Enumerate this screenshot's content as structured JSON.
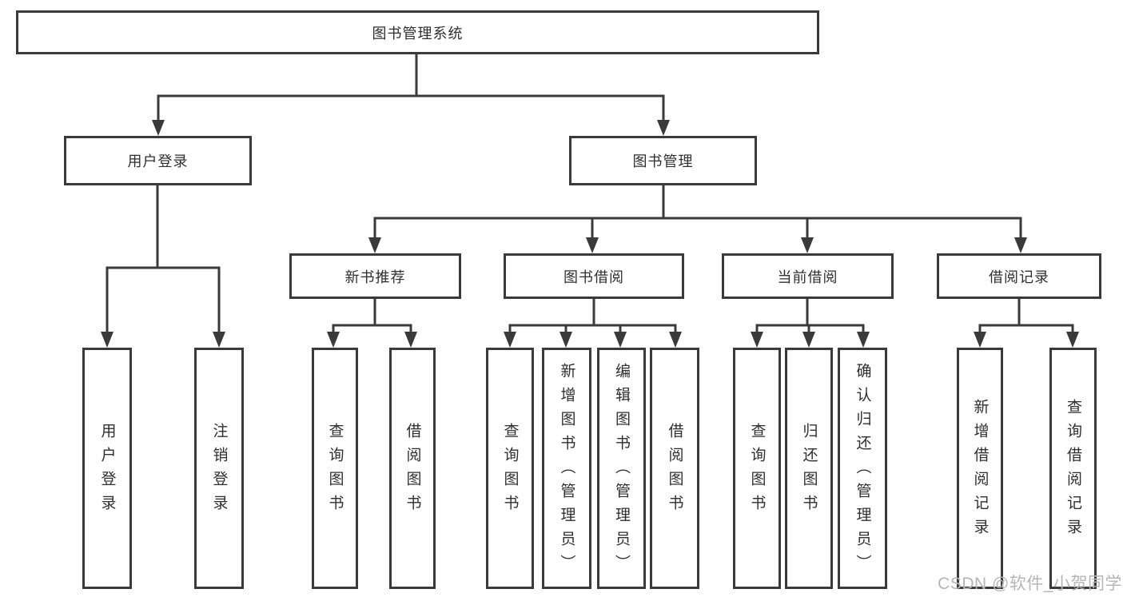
{
  "tree": {
    "root": {
      "label": "图书管理系统"
    },
    "level2": [
      {
        "label": "用户登录",
        "children": [
          "用户登录",
          "注销登录"
        ]
      },
      {
        "label": "图书管理"
      }
    ],
    "level3": [
      {
        "label": "新书推荐",
        "children": [
          "查询图书",
          "借阅图书"
        ]
      },
      {
        "label": "图书借阅",
        "children": [
          "查询图书",
          "新增图书（管理员）",
          "编辑图书（管理员）",
          "借阅图书"
        ]
      },
      {
        "label": "当前借阅",
        "children": [
          "查询图书",
          "归还图书",
          "确认归还（管理员）"
        ]
      },
      {
        "label": "借阅记录",
        "children": [
          "新增借阅记录",
          "查询借阅记录"
        ]
      }
    ]
  },
  "watermark": {
    "text": "CSDN @软件_小贺同学"
  },
  "colors": {
    "line": "#3a3a3a",
    "box_border": "#3a3a3a",
    "text": "#2f2f2f",
    "watermark": "#b5b5b5",
    "background": "#ffffff"
  }
}
